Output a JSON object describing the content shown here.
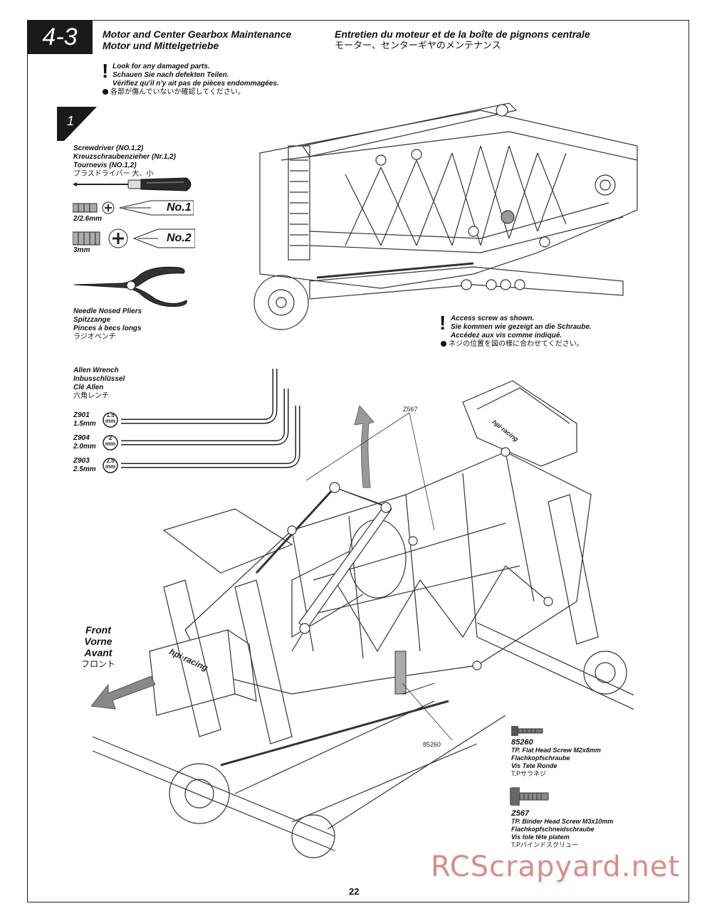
{
  "header": {
    "step": "4-3",
    "title_en": "Motor and Center Gearbox Maintenance",
    "title_de": "Motor und Mittelgetriebe",
    "title_fr": "Entretien du moteur et de la boîte de pignons centrale",
    "title_ja": "モーター、センターギヤのメンテナンス"
  },
  "warning_top": {
    "en": "Look for any damaged parts.",
    "de": "Schauen Sie nach defekten Teilen.",
    "fr": "Vérifiez qu'il n'y ait pas de pièces endommagées.",
    "ja": "各部が傷んでいないか確認してください。"
  },
  "substep": "1",
  "tools": {
    "screwdriver": {
      "en": "Screwdriver (NO.1,2)",
      "de": "Kreuzschraubenzieher (Nr.1,2)",
      "fr": "Tournevis (NO.1,2)",
      "ja": "プラスドライバー 大、小",
      "no1_size": "2/2.6mm",
      "no1_label": "No.1",
      "no2_size": "3mm",
      "no2_label": "No.2"
    },
    "pliers": {
      "en": "Needle Nosed Pliers",
      "de": "Spitzzange",
      "fr": "Pinces à becs longs",
      "ja": "ラジオペンチ"
    },
    "allen": {
      "en": "Allen Wrench",
      "de": "Inbusschlüssel",
      "fr": "Clé Allen",
      "ja": "六角レンチ",
      "wrenches": [
        {
          "code": "Z901",
          "size": "1.5mm",
          "badge": "1.5"
        },
        {
          "code": "Z904",
          "size": "2.0mm",
          "badge": "2"
        },
        {
          "code": "Z903",
          "size": "2.5mm",
          "badge": "2.5"
        }
      ],
      "badge_unit": "mm"
    }
  },
  "access_note": {
    "en": "Access screw as shown.",
    "de": "Sie kommen wie gezeigt an die Schraube.",
    "fr": "Accédez aux vis comme indiqué.",
    "ja": "ネジの位置を図の様に合わせてください。"
  },
  "front_label": {
    "en": "Front",
    "de": "Vorne",
    "fr": "Avant",
    "ja": "フロント"
  },
  "callouts": {
    "z567": "Z567",
    "p85260": "85260"
  },
  "parts": [
    {
      "code": "85260",
      "en": "TP. Flat Head Screw M2x8mm",
      "de": "Flachkopfschraube",
      "fr": "Vis Tete Ronde",
      "ja": "T.Pサラネジ"
    },
    {
      "code": "Z567",
      "en": "TP. Binder Head Screw M3x10mm",
      "de": "Flachkopfschneidschraube",
      "fr": "Vis tole tête platem",
      "ja": "T.Pバインドスクリュー"
    }
  ],
  "brand_label": "hpi·racing",
  "page_number": "22",
  "watermark": "RCScrapyard.net"
}
